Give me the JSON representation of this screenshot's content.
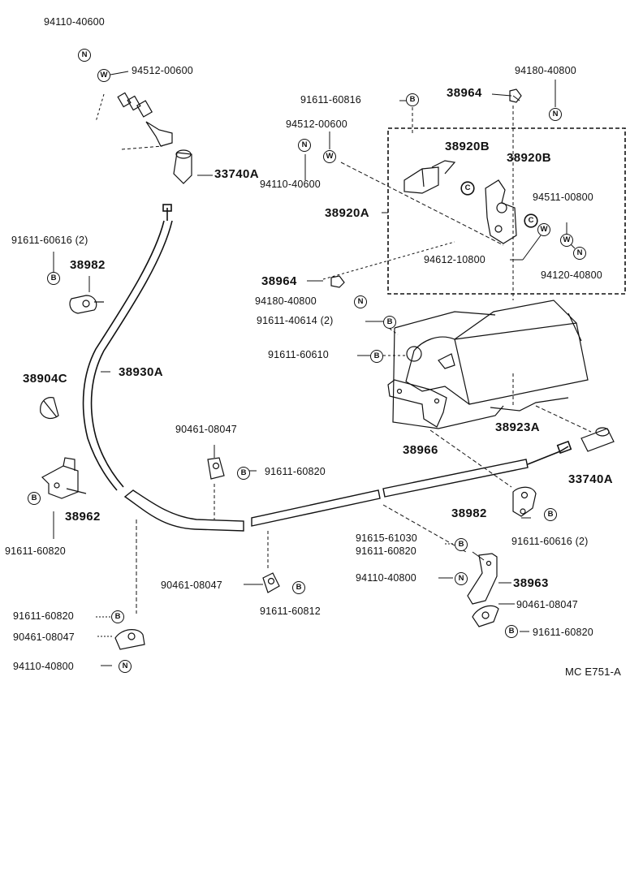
{
  "diagram_code": "MC E751-A",
  "badges": {
    "nut": "N",
    "washer": "W",
    "bolt": "B",
    "clip": "C"
  },
  "main_parts": {
    "cable_end_upper": "33740A",
    "cable_end_lower": "33740A",
    "cable": "38930A",
    "bumper": "38904C",
    "clamp_left": "38982",
    "clamp_right": "38982",
    "bracket_left": "38962",
    "bracket_lower_right": "38963",
    "bracket_center": "38966",
    "cover": "38923A",
    "lever_assembly": "38920A",
    "lever_b_left": "38920B",
    "lever_b_right": "38920B",
    "pin_top": "38964",
    "pin_left": "38964"
  },
  "fasteners": {
    "f1": "94110-40600",
    "f2": "94512-00600",
    "f3": "91611-60616 (2)",
    "f4": "91611-60816",
    "f5": "94512-00600",
    "f6": "94110-40600",
    "f7": "94180-40800",
    "f8": "94511-00800",
    "f9": "94612-10800",
    "f10": "94120-40800",
    "f11": "94180-40800",
    "f12": "91611-40614 (2)",
    "f13": "91611-60610",
    "f14": "90461-08047",
    "f15": "91611-60820",
    "f16": "91611-60820",
    "f17": "91615-61030",
    "f18": "91611-60820",
    "f19": "91611-60616 (2)",
    "f20": "94110-40800",
    "f21": "90461-08047",
    "f22": "91611-60820",
    "f23": "90461-08047",
    "f24": "91611-60812",
    "f25": "91611-60820",
    "f26": "90461-08047",
    "f27": "94110-40800"
  }
}
